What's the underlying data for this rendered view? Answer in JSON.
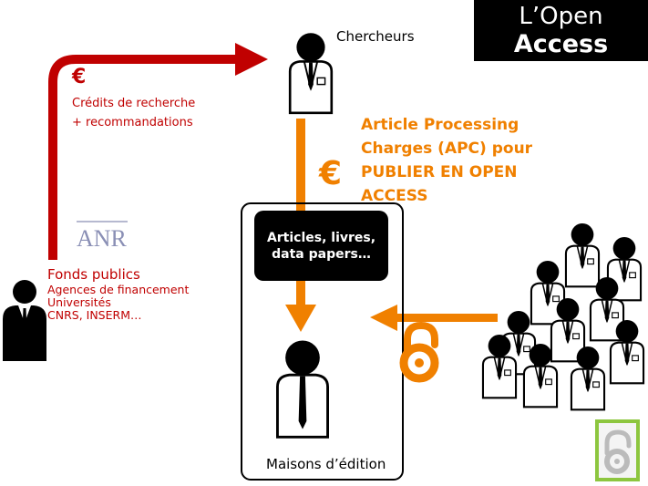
{
  "title": {
    "line1": "L’Open",
    "line2": "Access"
  },
  "researchers": {
    "label": "Chercheurs"
  },
  "funding_flow": {
    "currency_symbol": "€",
    "line1": "Crédits de recherche",
    "line2": "+ recommandations"
  },
  "apc_flow": {
    "currency_symbol": "€",
    "text": "Article Processing Charges (APC) pour PUBLIER EN OPEN ACCESS"
  },
  "funders": {
    "title": "Fonds publics",
    "sub": [
      "Agences de financement",
      "Universités",
      "CNRS, INSERM…"
    ],
    "logo_text": "ANR"
  },
  "publications": {
    "label": "Articles, livres, data papers…"
  },
  "publishers": {
    "label": "Maisons d’édition"
  },
  "colors": {
    "funding": "#c00000",
    "apc": "#f08000",
    "box": "#000000",
    "oa_badge_border": "#8dc63f"
  },
  "icons": {
    "open_access": "open-access-lock-icon",
    "person": "researcher-person-icon",
    "badge": "open-access-badge-icon"
  }
}
